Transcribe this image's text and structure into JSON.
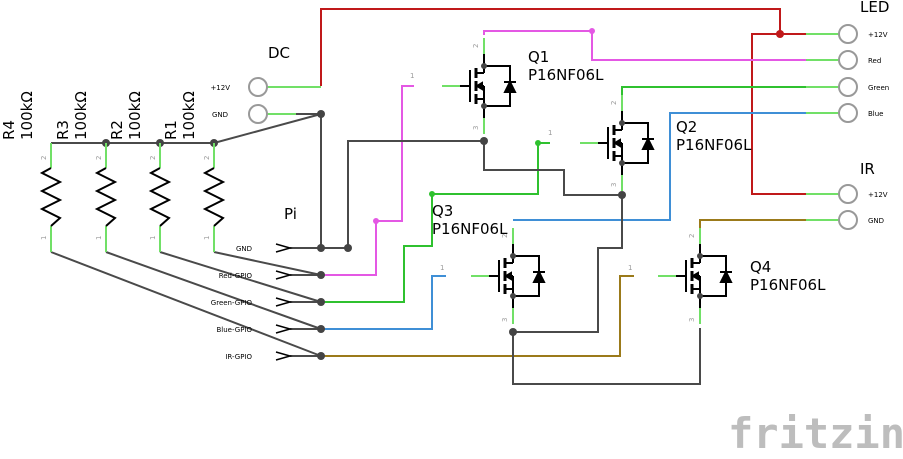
{
  "colors": {
    "red_wire": "#c0191a",
    "pink_wire": "#e458e4",
    "green_wire": "#2fc12f",
    "blue_wire": "#3f8fd6",
    "brown_wire": "#9b7a1a",
    "dark_wire": "#4a4a4a",
    "lead_green": "#71e067",
    "node": "#444444"
  },
  "dc": {
    "title": "DC",
    "pins": [
      "+12V",
      "GND"
    ]
  },
  "led": {
    "title": "LED",
    "pins": [
      "+12V",
      "Red",
      "Green",
      "Blue"
    ]
  },
  "ir": {
    "title": "IR",
    "pins": [
      "+12V",
      "GND"
    ]
  },
  "pi": {
    "title": "Pi",
    "pins": [
      "GND",
      "Red-GPIO",
      "Green-GPIO",
      "Blue-GPIO",
      "IR-GPIO"
    ]
  },
  "resistors": [
    {
      "name": "R4",
      "value": "100kΩ"
    },
    {
      "name": "R3",
      "value": "100kΩ"
    },
    {
      "name": "R2",
      "value": "100kΩ"
    },
    {
      "name": "R1",
      "value": "100kΩ"
    }
  ],
  "transistors": [
    {
      "name": "Q1",
      "part": "P16NF06L"
    },
    {
      "name": "Q2",
      "part": "P16NF06L"
    },
    {
      "name": "Q3",
      "part": "P16NF06L"
    },
    {
      "name": "Q4",
      "part": "P16NF06L"
    }
  ],
  "pin_numbers": {
    "one": "1",
    "two": "2",
    "three": "3"
  },
  "watermark": "fritzing"
}
